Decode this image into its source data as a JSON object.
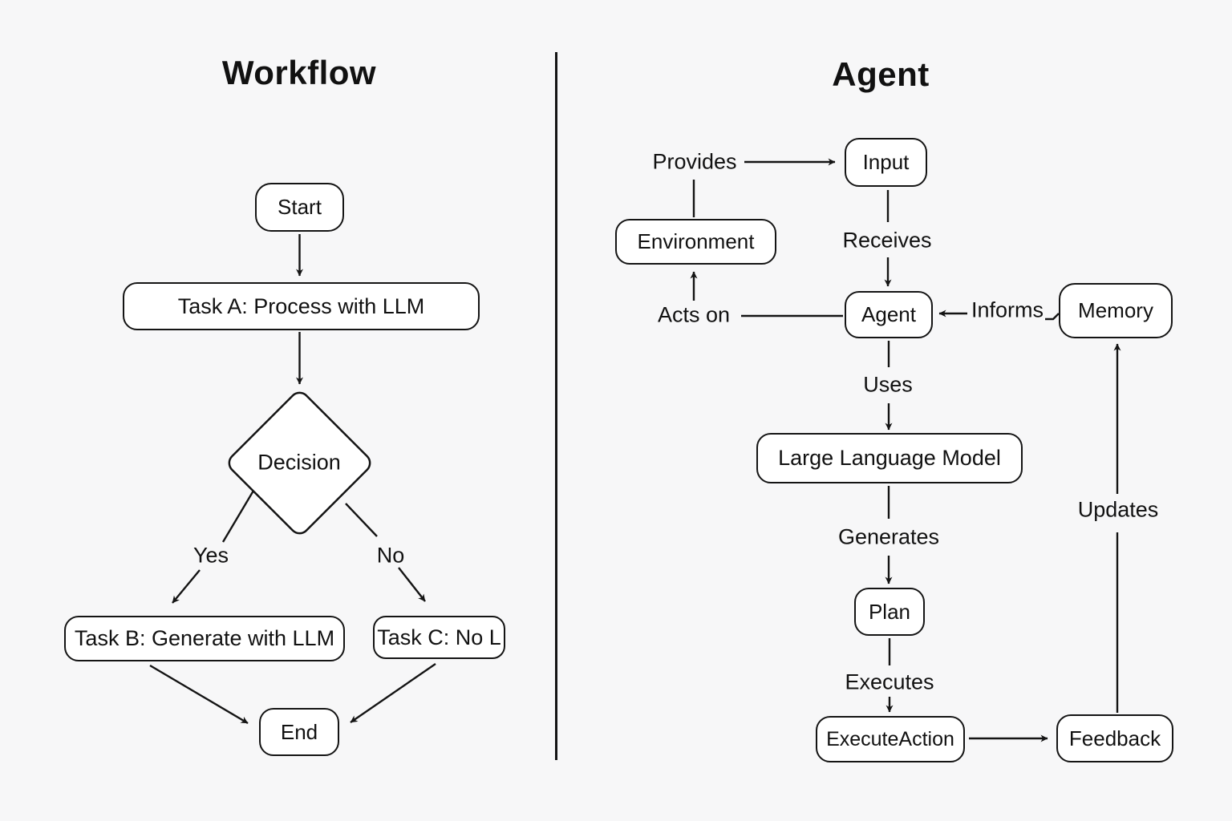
{
  "left": {
    "title": "Workflow",
    "nodes": {
      "start": "Start",
      "task_a": "Task A: Process with LLM",
      "decision": "Decision",
      "task_b": "Task B: Generate with LLM",
      "task_c": "Task C: No L",
      "end": "End"
    },
    "edge_labels": {
      "yes": "Yes",
      "no": "No"
    }
  },
  "right": {
    "title": "Agent",
    "nodes": {
      "input": "Input",
      "environment": "Environment",
      "agent": "Agent",
      "memory": "Memory",
      "llm": "Large Language Model",
      "plan": "Plan",
      "execute_action": "ExecuteAction",
      "feedback": "Feedback"
    },
    "edge_labels": {
      "provides": "Provides",
      "receives": "Receives",
      "acts_on": "Acts on",
      "informs": "Informs",
      "uses": "Uses",
      "generates": "Generates",
      "executes": "Executes",
      "updates": "Updates"
    }
  },
  "colors": {
    "background": "#f7f7f8",
    "node_fill": "#ffffff",
    "stroke": "#141414",
    "text": "#111111"
  }
}
